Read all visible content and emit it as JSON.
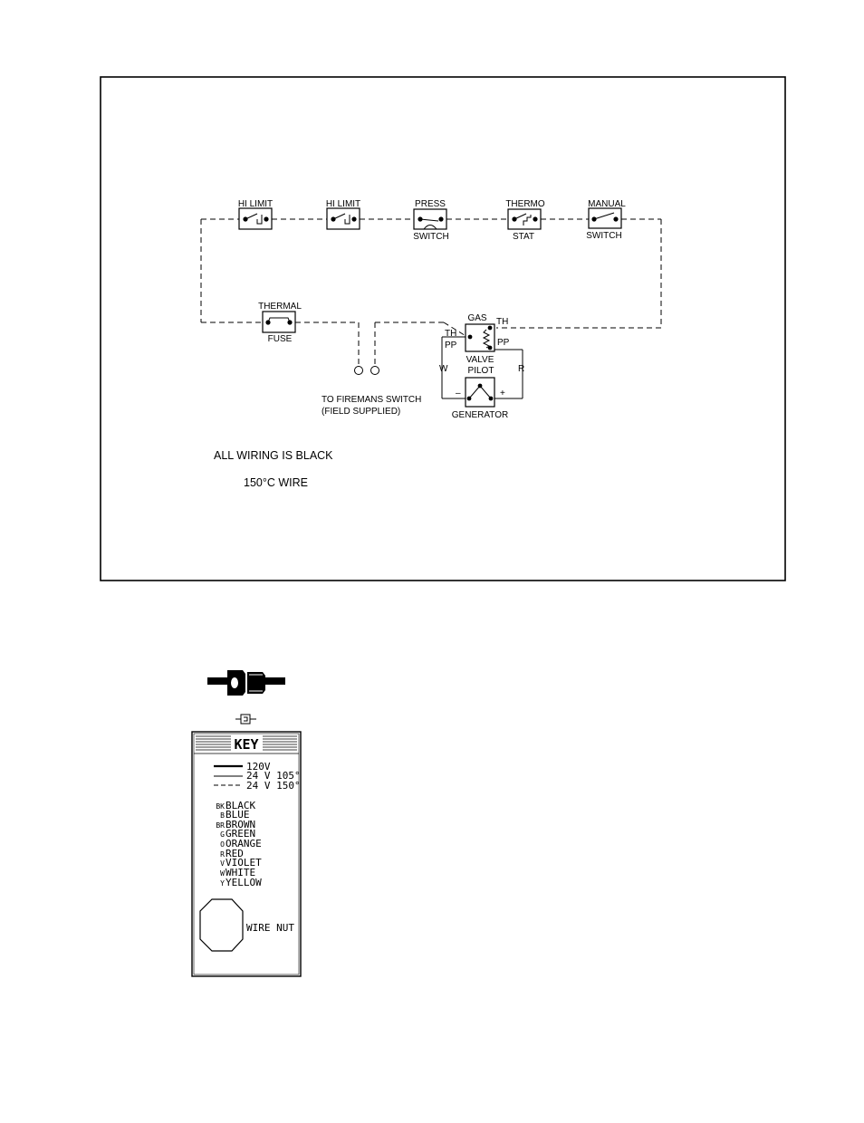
{
  "diagram": {
    "components": {
      "hi_limit_1": {
        "label": "HI LIMIT"
      },
      "hi_limit_2": {
        "label": "HI LIMIT"
      },
      "press_switch": {
        "label_top": "PRESS",
        "label_bottom": "SWITCH"
      },
      "thermostat": {
        "label_top": "THERMO",
        "label_bottom": "STAT"
      },
      "manual_switch": {
        "label_top": "MANUAL",
        "label_bottom": "SWITCH"
      },
      "thermal_fuse": {
        "label_top": "THERMAL",
        "label_bottom": "FUSE"
      },
      "gas_valve": {
        "label_top": "GAS",
        "label_bottom": "VALVE",
        "th_right": "TH",
        "th_left": "TH",
        "pp_left": "PP",
        "pp_right": "PP"
      },
      "pilot_generator": {
        "label_top": "PILOT",
        "label_bottom": "GENERATOR",
        "minus": "–",
        "plus": "+",
        "w_wire": "W",
        "r_wire": "R"
      },
      "firemans_switch": {
        "line1": "TO FIREMANS SWITCH",
        "line2": "(FIELD SUPPLIED)"
      }
    },
    "notes": {
      "all_wiring": "ALL  WIRING  IS  BLACK",
      "wire_temp": "150°C WIRE"
    }
  },
  "key": {
    "title": "KEY",
    "line_types": [
      {
        "label": "120V",
        "style": "thick"
      },
      {
        "label": "24 V 105°",
        "style": "thin"
      },
      {
        "label": "24 V 150°",
        "style": "dashed"
      }
    ],
    "colors": [
      {
        "abbr": "BK",
        "name": "BLACK"
      },
      {
        "abbr": "B",
        "name": "BLUE"
      },
      {
        "abbr": "BR",
        "name": "BROWN"
      },
      {
        "abbr": "G",
        "name": "GREEN"
      },
      {
        "abbr": "O",
        "name": "ORANGE"
      },
      {
        "abbr": "R",
        "name": "RED"
      },
      {
        "abbr": "V",
        "name": "VIOLET"
      },
      {
        "abbr": "W",
        "name": "WHITE"
      },
      {
        "abbr": "Y",
        "name": "YELLOW"
      }
    ],
    "wire_nut": "WIRE NUT"
  }
}
